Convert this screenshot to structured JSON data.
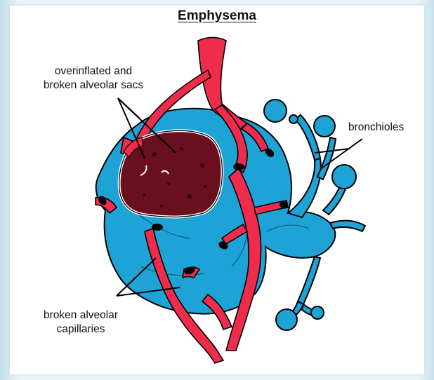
{
  "title": "Emphysema",
  "labels": {
    "sacs": {
      "line1": "overinflated and",
      "line2": "broken alveolar sacs"
    },
    "bronchioles": "bronchioles",
    "capillaries": {
      "line1": "broken alveolar",
      "line2": "capillaries"
    }
  },
  "colors": {
    "alveoli": "#1da3d6",
    "vessels": "#ef2c4c",
    "damaged_tissue": "#6a0f1d",
    "outline": "#000000"
  }
}
